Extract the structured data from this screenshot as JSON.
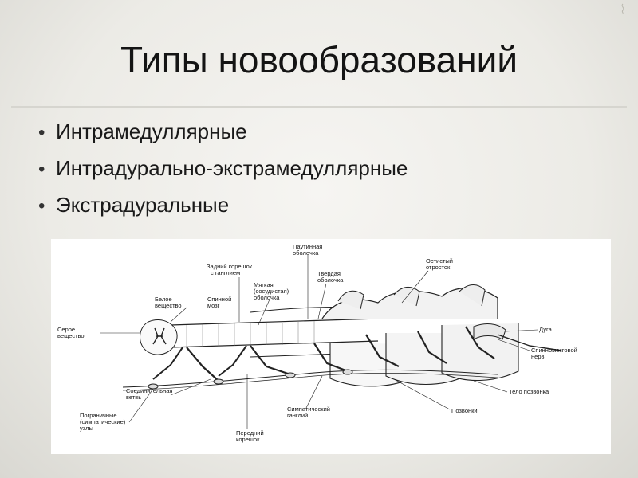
{
  "slide": {
    "title": "Типы новообразований",
    "bullets": [
      "Интрамедуллярные",
      "Интрадурально-экстрамедуллярные",
      "Экстрадуральные"
    ],
    "figure": {
      "labels": {
        "zadniy1": "Задний корешок",
        "zadniy2": "с ганглием",
        "pautin1": "Паутинная",
        "pautin2": "оболочка",
        "ostist1": "Остистый",
        "ostist2": "отросток",
        "tverd1": "Твердая",
        "tverd2": "оболочка",
        "myag1": "Мягкая",
        "myag2": "(сосудистая)",
        "myag3": "оболочка",
        "beloe1": "Белое",
        "beloe2": "вещество",
        "spin1": "Спинной",
        "spin2": "мозг",
        "seroe1": "Серое",
        "seroe2": "вещество",
        "duga": "Дуга",
        "nerv1": "Спинномозговой",
        "nerv2": "нерв",
        "telo": "Тело позвонка",
        "soed1": "Соединительная",
        "soed2": "ветвь",
        "simp1": "Симпатический",
        "simp2": "ганглий",
        "pozv": "Позвонки",
        "pogr1": "Пограничные",
        "pogr2": "(симпатические)",
        "pogr3": "узлы",
        "pered1": "Передний",
        "pered2": "корешок"
      }
    }
  }
}
